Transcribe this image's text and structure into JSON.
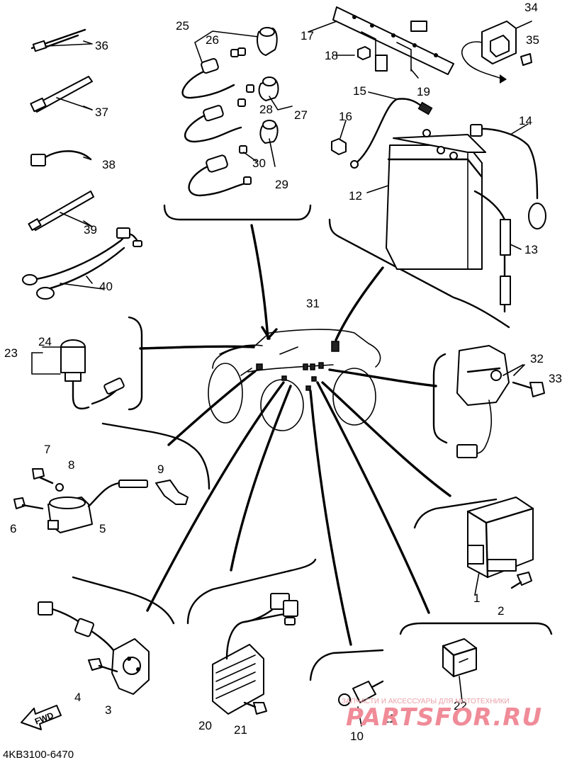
{
  "diagram_code": "4KB3100-6470",
  "fwd_label": "FWD",
  "watermark": {
    "tagline": "ЗАПЧАСТИ И АКСЕССУАРЫ ДЛЯ МОТОТЕХНИКИ",
    "site": "PARTSFOR.RU"
  },
  "callouts": {
    "n1": "1",
    "n2": "2",
    "n3": "3",
    "n4": "4",
    "n5": "5",
    "n6": "6",
    "n7": "7",
    "n8": "8",
    "n9": "9",
    "n10": "10",
    "n11": "11",
    "n12": "12",
    "n13": "13",
    "n14": "14",
    "n15": "15",
    "n16": "16",
    "n17": "17",
    "n18": "18",
    "n19": "19",
    "n20": "20",
    "n21": "21",
    "n22": "22",
    "n23": "23",
    "n24": "24",
    "n25": "25",
    "n26": "26",
    "n27": "27",
    "n28": "28",
    "n29": "29",
    "n30": "30",
    "n31": "31",
    "n32": "32",
    "n33": "33",
    "n34": "34",
    "n35": "35",
    "n36": "36",
    "n37": "37",
    "n38": "38",
    "n39": "39",
    "n40": "40"
  }
}
